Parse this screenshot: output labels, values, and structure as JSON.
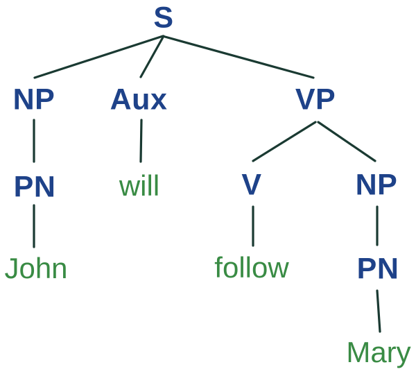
{
  "diagram": {
    "type": "syntax-tree",
    "nodes": {
      "s": "S",
      "np_subject": "NP",
      "aux": "Aux",
      "vp": "VP",
      "pn_subject": "PN",
      "will": "will",
      "v": "V",
      "np_object": "NP",
      "john": "John",
      "follow": "follow",
      "pn_object": "PN",
      "mary": "Mary"
    },
    "hierarchy": {
      "label": "S",
      "children": [
        {
          "label": "NP",
          "children": [
            {
              "label": "PN",
              "children": [
                {
                  "label": "John",
                  "terminal": true
                }
              ]
            }
          ]
        },
        {
          "label": "Aux",
          "children": [
            {
              "label": "will",
              "terminal": true
            }
          ]
        },
        {
          "label": "VP",
          "children": [
            {
              "label": "V",
              "children": [
                {
                  "label": "follow",
                  "terminal": true
                }
              ]
            },
            {
              "label": "NP",
              "children": [
                {
                  "label": "PN",
                  "children": [
                    {
                      "label": "Mary",
                      "terminal": true
                    }
                  ]
                }
              ]
            }
          ]
        }
      ]
    },
    "colors": {
      "category": "#1e4289",
      "terminal": "#398b44",
      "edge": "#1a3a32",
      "background": "#ffffff"
    }
  }
}
